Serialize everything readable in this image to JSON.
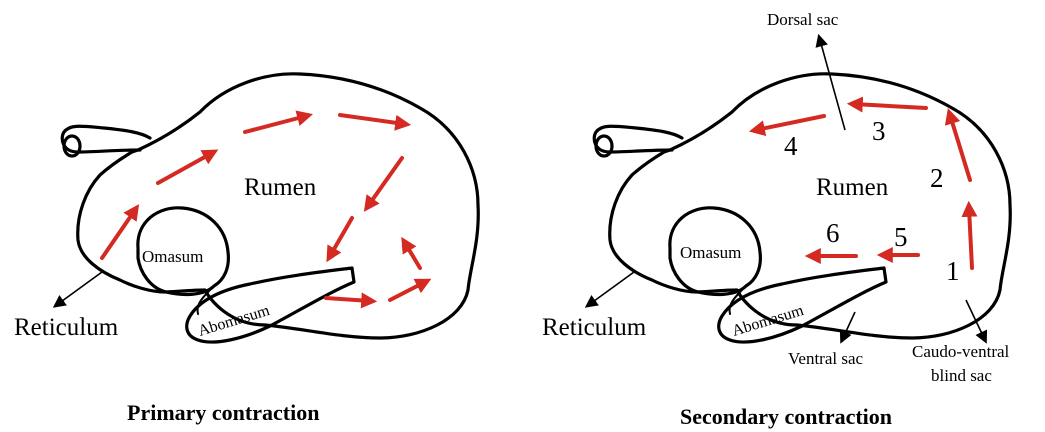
{
  "left_panel": {
    "caption": "Primary contraction",
    "labels": {
      "rumen": "Rumen",
      "omasum": "Omasum",
      "abomasum": "Abomasum",
      "reticulum": "Reticulum"
    }
  },
  "right_panel": {
    "caption": "Secondary contraction",
    "labels": {
      "rumen": "Rumen",
      "omasum": "Omasum",
      "abomasum": "Abomasum",
      "reticulum": "Reticulum",
      "dorsal_sac": "Dorsal sac",
      "ventral_sac": "Ventral sac",
      "caudo_ventral_line1": "Caudo-ventral",
      "caudo_ventral_line2": "blind sac"
    },
    "steps": [
      "1",
      "2",
      "3",
      "4",
      "5",
      "6"
    ]
  },
  "colors": {
    "arrow": "#d42a22",
    "outline": "#000000"
  }
}
